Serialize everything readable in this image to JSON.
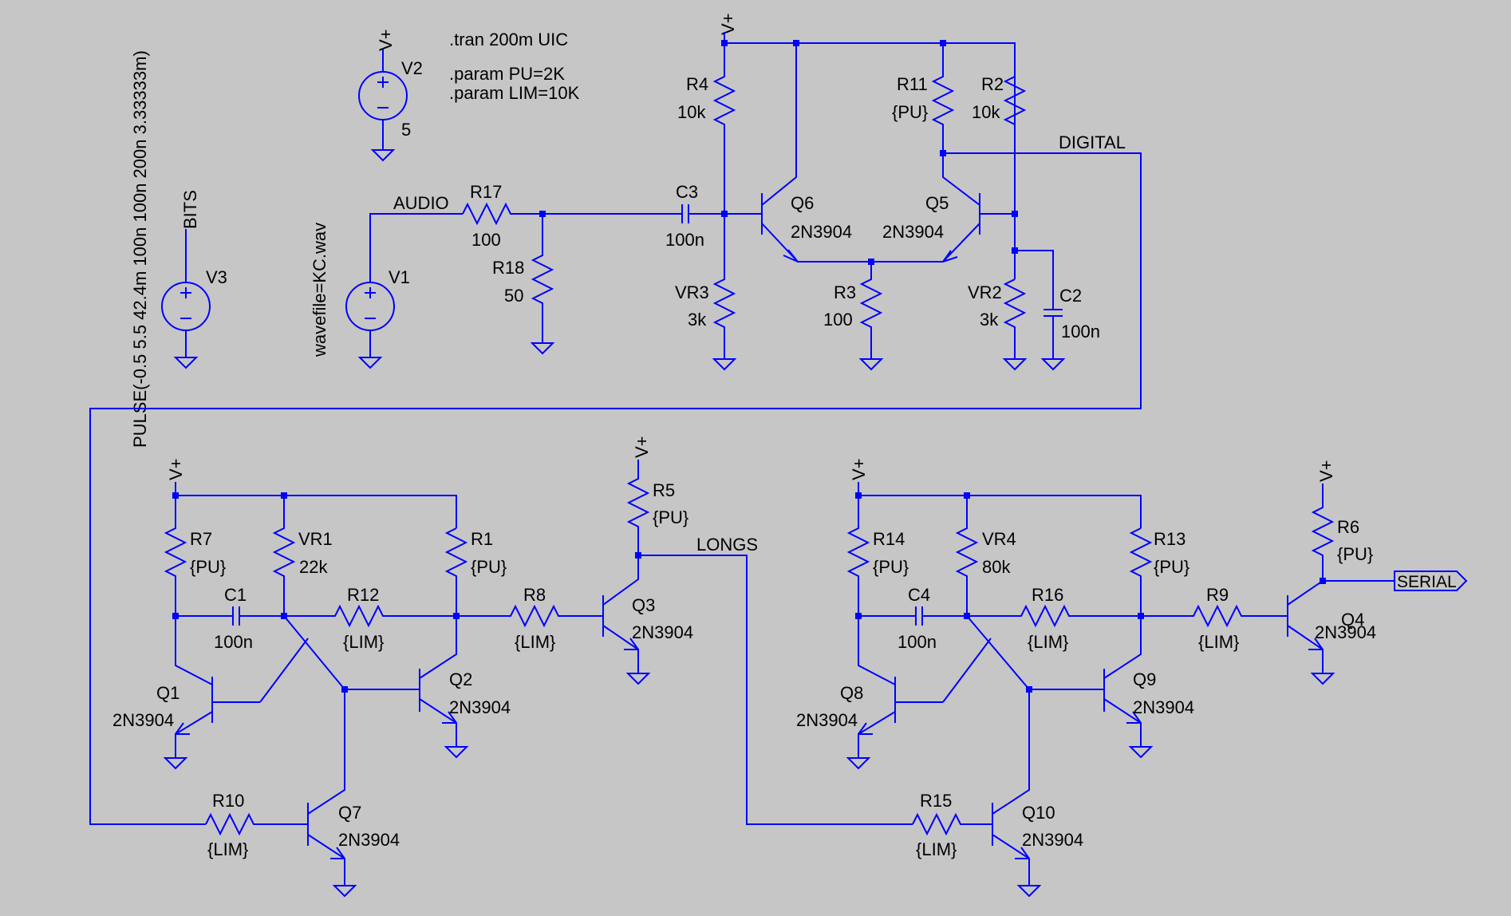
{
  "directives": {
    "tran": ".tran 200m UIC",
    "param_pu": ".param PU=2K",
    "param_lim": ".param LIM=10K"
  },
  "nets": {
    "vplus": "V+",
    "audio": "AUDIO",
    "digital": "DIGITAL",
    "longs": "LONGS",
    "bits": "BITS",
    "serial": "SERIAL"
  },
  "sources": {
    "v1": {
      "name": "V1",
      "value": "wavefile=KC.wav"
    },
    "v2": {
      "name": "V2",
      "value": "5"
    },
    "v3": {
      "name": "V3",
      "value": "PULSE(-0.5 5.5 42.4m 100n 100n 200n 3.33333m)"
    }
  },
  "resistors": {
    "r1": {
      "name": "R1",
      "value": "{PU}"
    },
    "r2": {
      "name": "R2",
      "value": "10k"
    },
    "r3": {
      "name": "R3",
      "value": "100"
    },
    "r4": {
      "name": "R4",
      "value": "10k"
    },
    "r5": {
      "name": "R5",
      "value": "{PU}"
    },
    "r6": {
      "name": "R6",
      "value": "{PU}"
    },
    "r7": {
      "name": "R7",
      "value": "{PU}"
    },
    "r8": {
      "name": "R8",
      "value": "{LIM}"
    },
    "r9": {
      "name": "R9",
      "value": "{LIM}"
    },
    "r10": {
      "name": "R10",
      "value": "{LIM}"
    },
    "r11": {
      "name": "R11",
      "value": "{PU}"
    },
    "r12": {
      "name": "R12",
      "value": "{LIM}"
    },
    "r13": {
      "name": "R13",
      "value": "{PU}"
    },
    "r14": {
      "name": "R14",
      "value": "{PU}"
    },
    "r15": {
      "name": "R15",
      "value": "{LIM}"
    },
    "r16": {
      "name": "R16",
      "value": "{LIM}"
    },
    "r17": {
      "name": "R17",
      "value": "100"
    },
    "r18": {
      "name": "R18",
      "value": "50"
    },
    "vr1": {
      "name": "VR1",
      "value": "22k"
    },
    "vr2": {
      "name": "VR2",
      "value": "3k"
    },
    "vr3": {
      "name": "VR3",
      "value": "3k"
    },
    "vr4": {
      "name": "VR4",
      "value": "80k"
    }
  },
  "capacitors": {
    "c1": {
      "name": "C1",
      "value": "100n"
    },
    "c2": {
      "name": "C2",
      "value": "100n"
    },
    "c3": {
      "name": "C3",
      "value": "100n"
    },
    "c4": {
      "name": "C4",
      "value": "100n"
    }
  },
  "transistors": {
    "q1": {
      "name": "Q1",
      "model": "2N3904"
    },
    "q2": {
      "name": "Q2",
      "model": "2N3904"
    },
    "q3": {
      "name": "Q3",
      "model": "2N3904"
    },
    "q4": {
      "name": "Q4",
      "model": "2N3904"
    },
    "q5": {
      "name": "Q5",
      "model": "2N3904"
    },
    "q6": {
      "name": "Q6",
      "model": "2N3904"
    },
    "q7": {
      "name": "Q7",
      "model": "2N3904"
    },
    "q8": {
      "name": "Q8",
      "model": "2N3904"
    },
    "q9": {
      "name": "Q9",
      "model": "2N3904"
    },
    "q10": {
      "name": "Q10",
      "model": "2N3904"
    }
  },
  "colors": {
    "background": "#c6c6c6",
    "wire": "#0000ff",
    "text": "#000000"
  }
}
